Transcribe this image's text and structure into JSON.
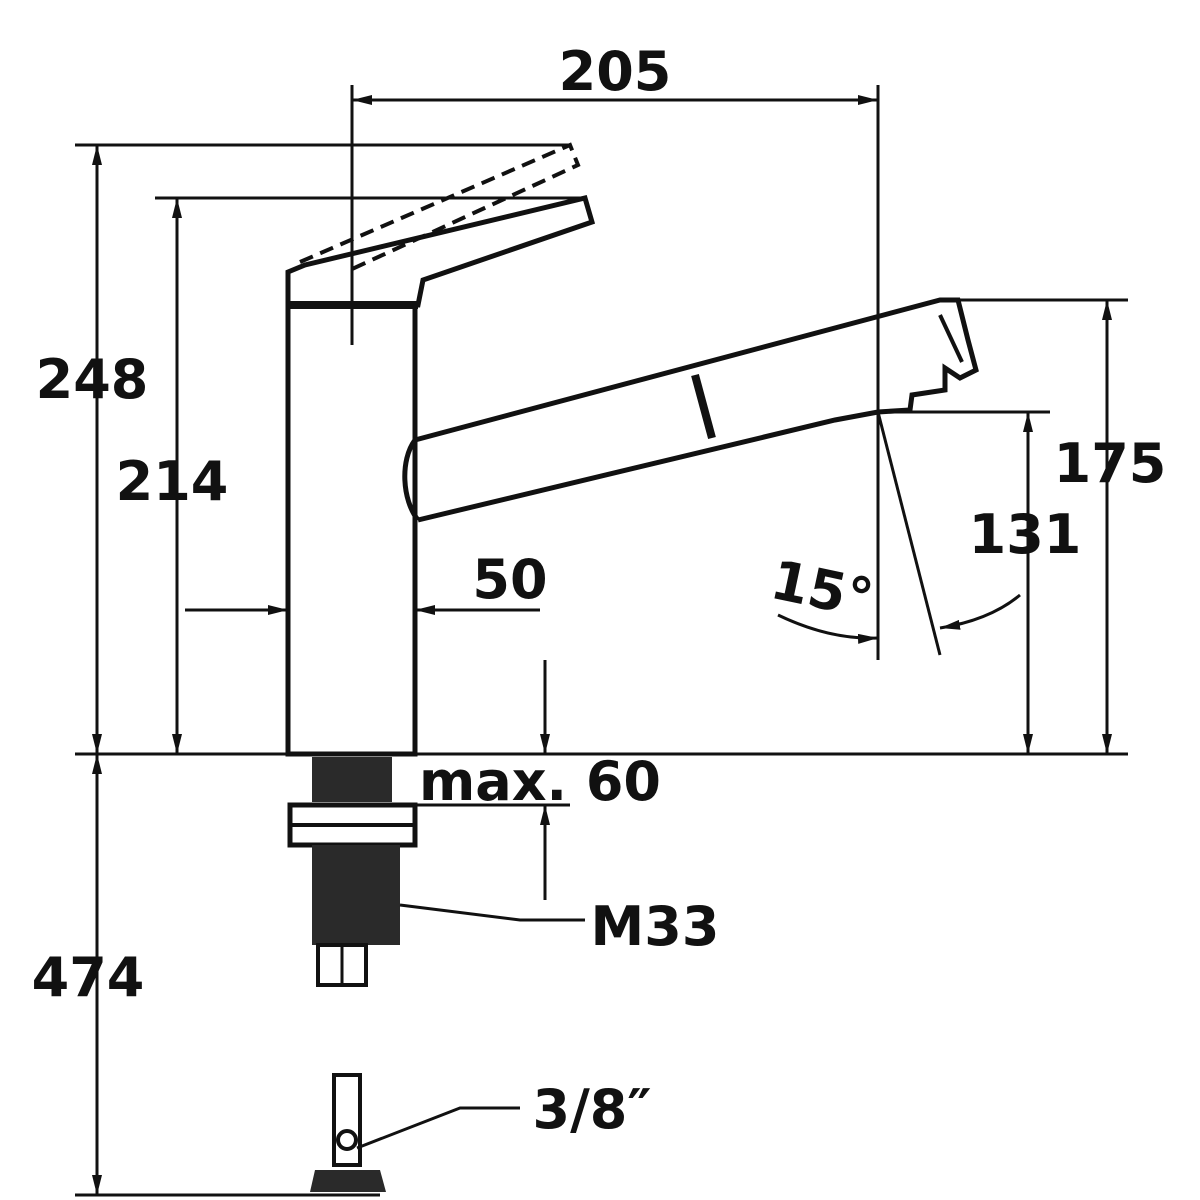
{
  "dimensions": {
    "width_total": "205",
    "height_total": "248",
    "height_handle": "214",
    "base_diameter": "50",
    "spout_height_max": "175",
    "spout_height_outlet": "131",
    "spout_angle": "15°",
    "mount_thickness": "max. 60",
    "thread": "M33",
    "hose_length": "474",
    "connection": "3/8″"
  },
  "colors": {
    "ink": "#111111",
    "background": "#ffffff",
    "thread_fill": "#2a2a2a"
  }
}
